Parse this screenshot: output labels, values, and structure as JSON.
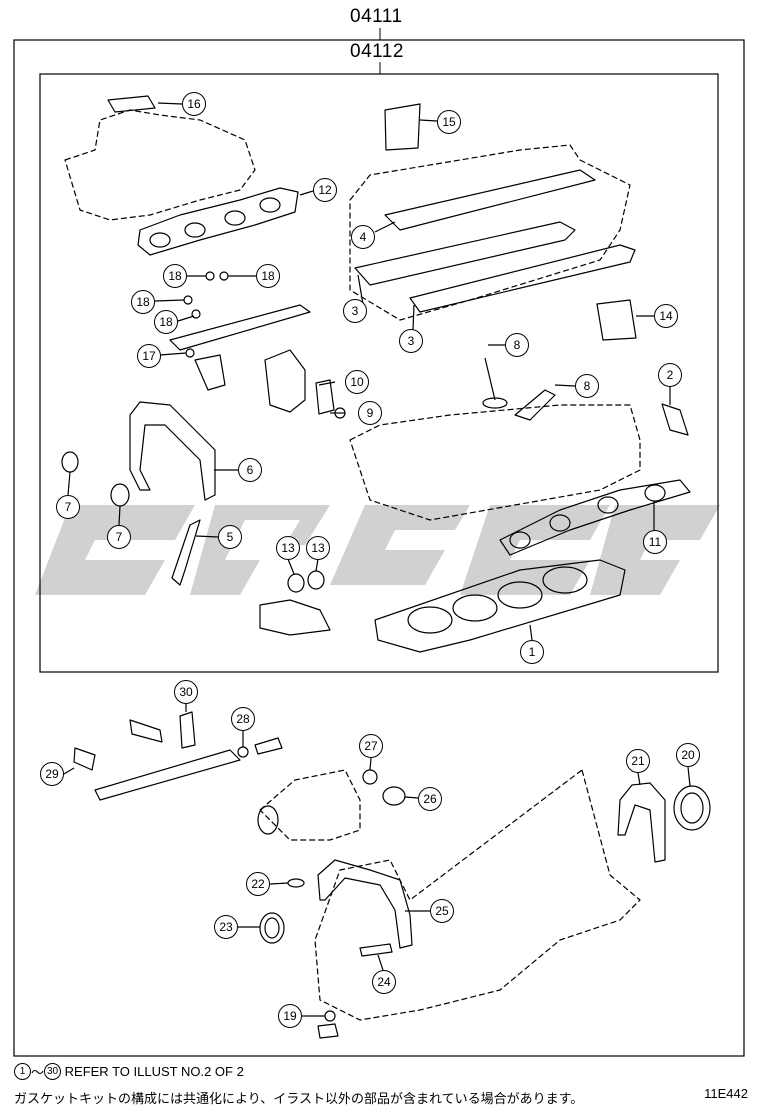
{
  "header": {
    "assembly_no": "04111",
    "kit_no": "04112"
  },
  "callouts": [
    "1",
    "2",
    "3",
    "3",
    "4",
    "5",
    "6",
    "7",
    "7",
    "8",
    "8",
    "9",
    "10",
    "11",
    "12",
    "13",
    "13",
    "14",
    "15",
    "16",
    "17",
    "18",
    "18",
    "18",
    "18",
    "19",
    "20",
    "21",
    "22",
    "23",
    "24",
    "25",
    "26",
    "27",
    "28",
    "29",
    "30"
  ],
  "footer": {
    "ref_from": "1",
    "ref_sep": "～",
    "ref_to": "30",
    "ref_text": "REFER TO ILLUST NO.2 OF 2",
    "jp_note": "ガスケットキットの構成には共通化により、イラスト以外の部品が含まれている場合があります。",
    "illust_code": "11E442"
  },
  "watermark": {
    "color": "#c8c8c8"
  }
}
